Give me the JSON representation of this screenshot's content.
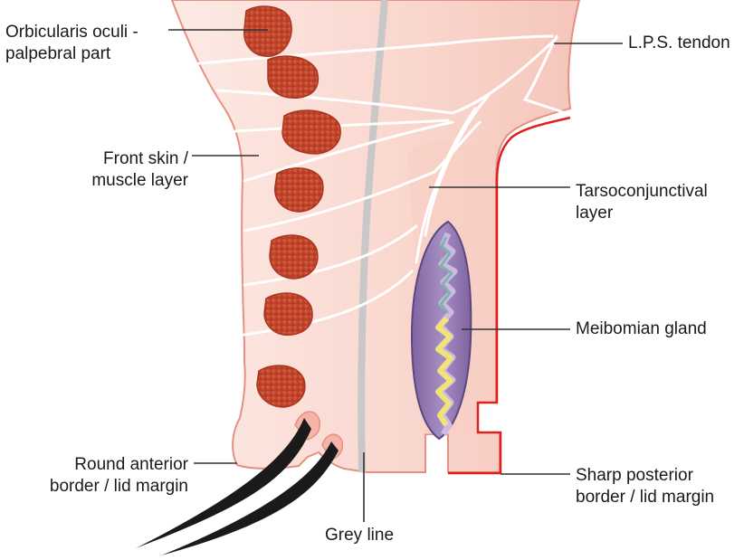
{
  "labels": {
    "orbicularis": {
      "line1": "Orbicularis oculi -",
      "line2": "palpebral part"
    },
    "lps_tendon": {
      "line1": "L.P.S. tendon"
    },
    "front_skin": {
      "line1": "Front skin /",
      "line2": "muscle layer"
    },
    "tarsoconjunctival": {
      "line1": "Tarsoconjunctival",
      "line2": "layer"
    },
    "meibomian": {
      "line1": "Meibomian gland"
    },
    "round_anterior": {
      "line1": "Round anterior",
      "line2": "border / lid margin"
    },
    "grey_line": {
      "line1": "Grey line"
    },
    "sharp_posterior": {
      "line1": "Sharp posterior",
      "line2": "border / lid margin"
    }
  },
  "colors": {
    "skin_outline": "#e88f84",
    "skin_fill_light": "#fde9e4",
    "skin_fill_mid": "#f8cfc6",
    "muscle": "#c94c32",
    "muscle_dark": "#a8341f",
    "grey_line": "#c8c8c8",
    "fibres": "#ffffff",
    "conjunctiva_red": "#e02020",
    "gland_purple": "#8a6fa8",
    "gland_light": "#c9b6dc",
    "gland_yellow": "#f2e27a",
    "lash": "#1a1a1a",
    "leader": "#333333"
  }
}
